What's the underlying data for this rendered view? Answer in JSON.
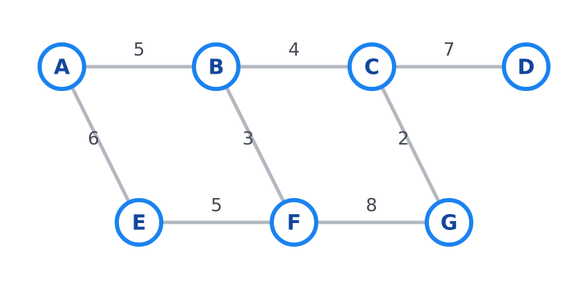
{
  "graph": {
    "nodes": [
      {
        "id": "A",
        "label": "A"
      },
      {
        "id": "B",
        "label": "B"
      },
      {
        "id": "C",
        "label": "C"
      },
      {
        "id": "D",
        "label": "D"
      },
      {
        "id": "E",
        "label": "E"
      },
      {
        "id": "F",
        "label": "F"
      },
      {
        "id": "G",
        "label": "G"
      }
    ],
    "edges": [
      {
        "from": "A",
        "to": "B",
        "weight": "5"
      },
      {
        "from": "B",
        "to": "C",
        "weight": "4"
      },
      {
        "from": "C",
        "to": "D",
        "weight": "7"
      },
      {
        "from": "A",
        "to": "E",
        "weight": "6"
      },
      {
        "from": "B",
        "to": "F",
        "weight": "3"
      },
      {
        "from": "C",
        "to": "G",
        "weight": "2"
      },
      {
        "from": "E",
        "to": "F",
        "weight": "5"
      },
      {
        "from": "F",
        "to": "G",
        "weight": "8"
      }
    ],
    "colors": {
      "node_stroke": "#1a82f0",
      "node_label": "#13479b",
      "edge": "#b3b8bf",
      "weight_text": "#444a52"
    }
  }
}
